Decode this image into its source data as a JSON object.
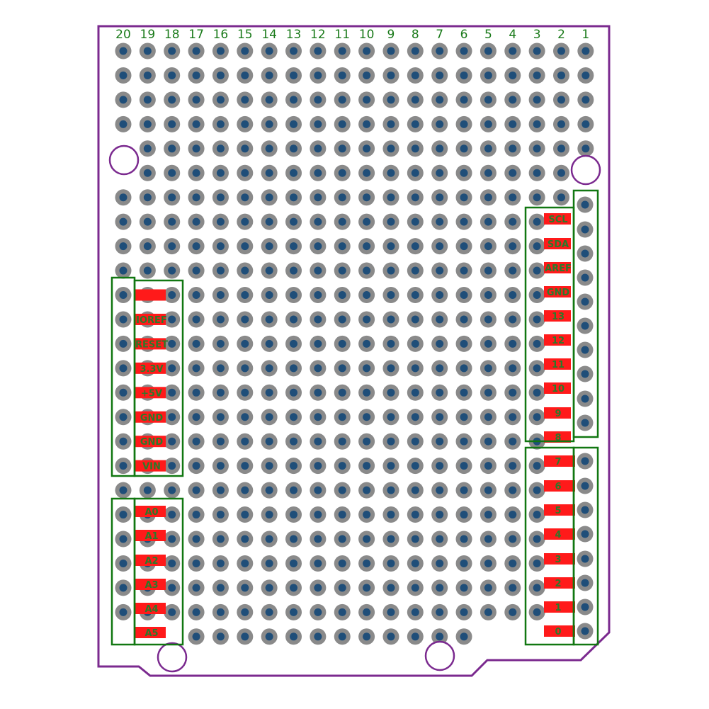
{
  "colors": {
    "outline": "#7b2a8f",
    "pad": "#8a8a8a",
    "hole": "#1f4e79",
    "header": "#117711",
    "trace": "#ff1a1a",
    "label": "#2a7a2a",
    "background": "#ffffff"
  },
  "column_numbers": [
    "20",
    "19",
    "18",
    "17",
    "16",
    "15",
    "14",
    "13",
    "12",
    "11",
    "10",
    "9",
    "8",
    "7",
    "6",
    "5",
    "4",
    "3",
    "2",
    "1"
  ],
  "headers": {
    "top_right_labels": [
      "SCL",
      "SDA",
      "AREF",
      "GND",
      "13",
      "12",
      "11",
      "10",
      "9",
      "8"
    ],
    "bottom_right_labels": [
      "7",
      "6",
      "5",
      "4",
      "3",
      "2",
      "1",
      "0"
    ],
    "power_labels": [
      "IOREF",
      "RESET",
      "3.3V",
      "+5V",
      "GND",
      "GND",
      "VIN"
    ],
    "analog_labels": [
      "A0",
      "A1",
      "A2",
      "A3",
      "A4",
      "A5"
    ]
  }
}
